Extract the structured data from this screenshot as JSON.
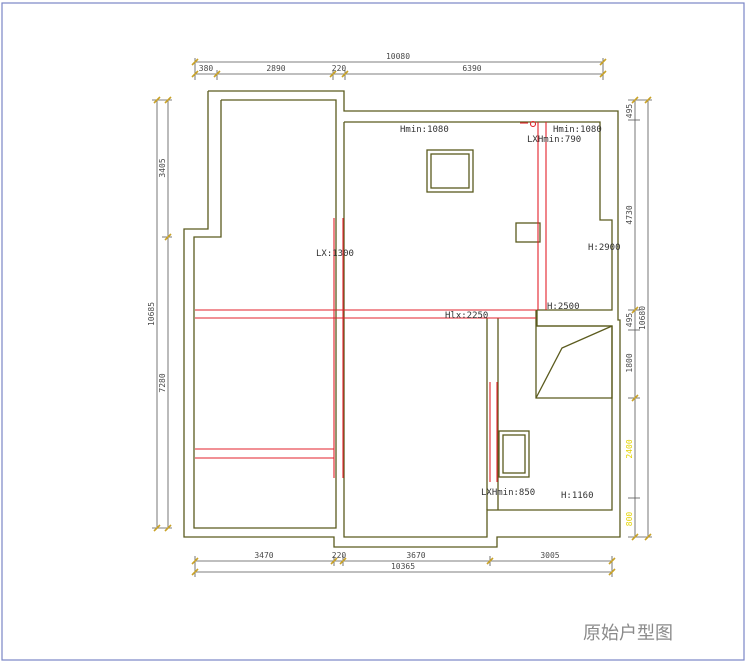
{
  "colors": {
    "border": "#7a86c6",
    "wall": "#5b5b1e",
    "red": "#e3212b",
    "dim_line": "#555555",
    "tick": "#c9a227",
    "yellow_text": "#e3d300",
    "caption": "#8a8a8a"
  },
  "title": "原始户型图",
  "dimensions": {
    "top_total": "10080",
    "top_segments": [
      "380",
      "2890",
      "220",
      "6390"
    ],
    "bottom_total": "10365",
    "bottom_segments": [
      "3470",
      "220",
      "3670",
      "3005"
    ],
    "left_total": "10685",
    "left_segments": [
      "3405",
      "7280"
    ],
    "right_total": "10680",
    "right_segments": [
      "495",
      "4730",
      "495",
      "1800"
    ],
    "right_yellow": [
      "2400",
      "800"
    ]
  },
  "annotations": {
    "hmin_left": "Hmin:1080",
    "hmin_right": "Hmin:1080",
    "lxmin_top": "LXHmin:790",
    "lx_vertical": "LX:1300",
    "h_right": "H:2900",
    "h_mid": "H:2500",
    "hlx": "Hlx:2250",
    "lxmin_bottom": "LXHmin:850",
    "h_bottom": "H:1160"
  }
}
